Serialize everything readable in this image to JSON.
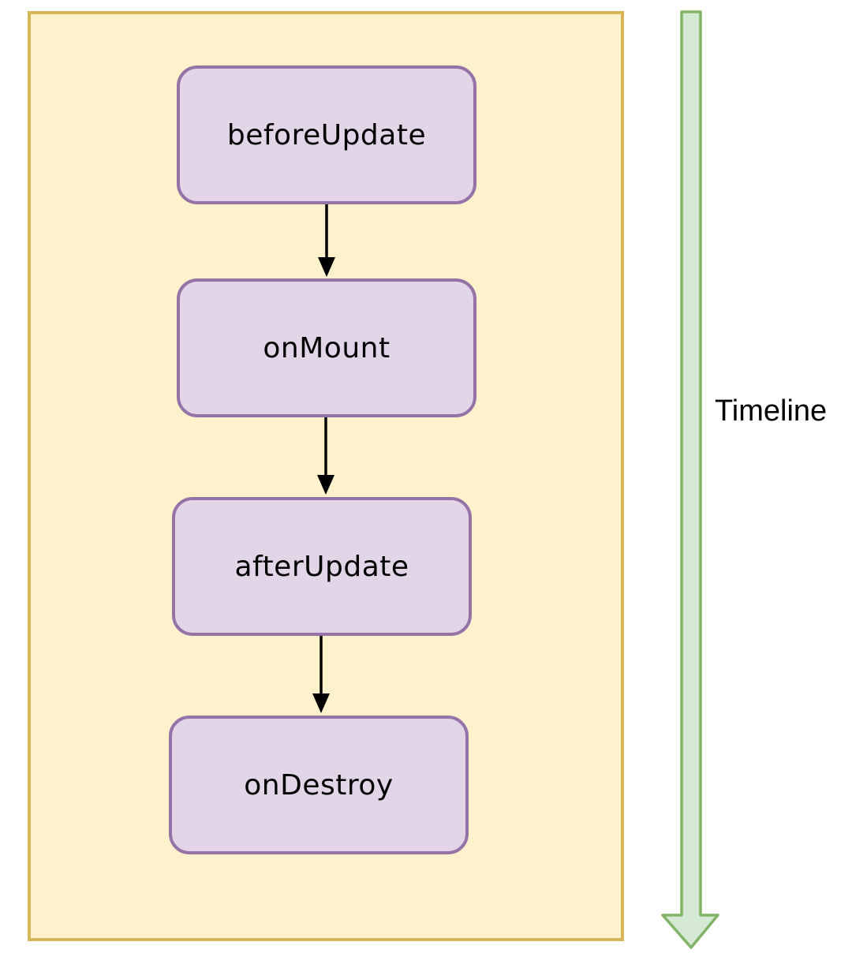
{
  "diagram": {
    "nodes": [
      {
        "label": "beforeUpdate"
      },
      {
        "label": "onMount"
      },
      {
        "label": "afterUpdate"
      },
      {
        "label": "onDestroy"
      }
    ],
    "timeline": {
      "label": "Timeline"
    }
  },
  "colors": {
    "container_fill": "#fef2cc",
    "container_stroke": "#d6b656",
    "node_fill": "#e1d5e7",
    "node_stroke": "#9673a6",
    "timeline_fill": "#d5e8d4",
    "timeline_stroke": "#82b366",
    "connector": "#000000"
  },
  "icons": {
    "connector": "arrow-down-icon",
    "timeline": "timeline-arrow-icon"
  }
}
